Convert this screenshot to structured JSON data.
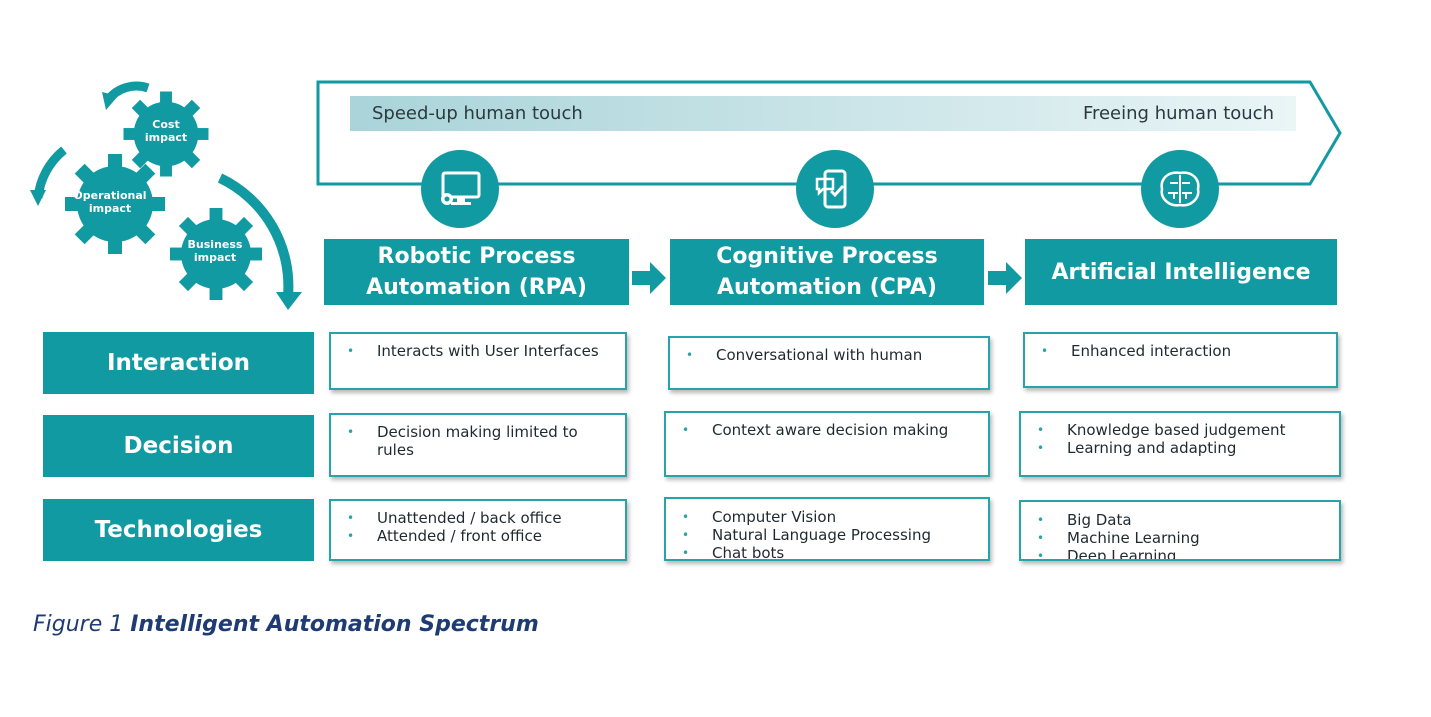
{
  "banner": {
    "left_text": "Speed-up human touch",
    "right_text": "Freeing human touch"
  },
  "gears": {
    "cost": "Cost impact",
    "operational": "Operational impact",
    "business": "Business impact"
  },
  "stages": [
    {
      "title_line1": "Robotic Process",
      "title_line2": "Automation (RPA)",
      "icon": "monitor-gear-icon"
    },
    {
      "title_line1": "Cognitive Process",
      "title_line2": "Automation (CPA)",
      "icon": "phone-chat-check-icon"
    },
    {
      "title_line1": "Artificial Intelligence",
      "title_line2": "",
      "icon": "brain-circuit-icon"
    }
  ],
  "rows": [
    {
      "label": "Interaction",
      "cells": [
        [
          "Interacts with User Interfaces"
        ],
        [
          "Conversational with human"
        ],
        [
          "Enhanced interaction"
        ]
      ]
    },
    {
      "label": "Decision",
      "cells": [
        [
          "Decision making limited to rules"
        ],
        [
          "Context aware decision making"
        ],
        [
          "Knowledge based judgement",
          "Learning and adapting"
        ]
      ]
    },
    {
      "label": "Technologies",
      "cells": [
        [
          "Unattended / back office",
          "Attended / front office"
        ],
        [
          "Computer Vision",
          "Natural Language Processing",
          "Chat bots"
        ],
        [
          "Big Data",
          "Machine Learning",
          "Deep Learning"
        ]
      ]
    }
  ],
  "caption": {
    "prefix": "Figure 1",
    "title": "Intelligent Automation Spectrum"
  },
  "colors": {
    "teal": "#119aa1",
    "teal_border": "#27a3aa",
    "caption_blue": "#1f3b73"
  }
}
